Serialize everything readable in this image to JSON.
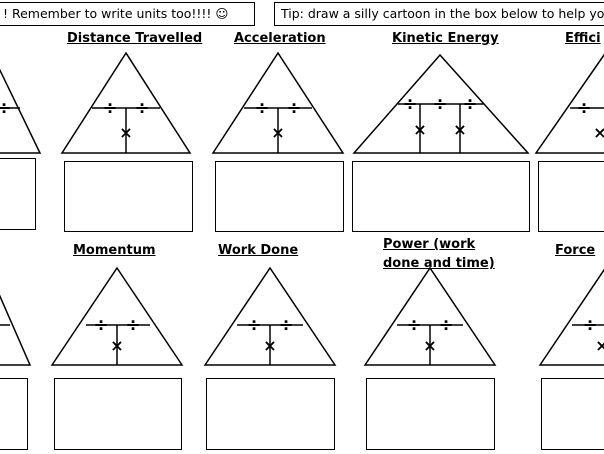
{
  "notes": {
    "left": "! Remember to write units too!!!! ☺",
    "right": "Tip: draw a silly cartoon in the box below to help yo"
  },
  "symbols": {
    "divide": "÷",
    "multiply": "×"
  },
  "row1": {
    "titles": [
      "Distance Travelled",
      "Acceleration",
      "Kinetic Energy",
      "Effici"
    ]
  },
  "row2": {
    "titles": [
      "Momentum",
      "Work Done",
      "Power (work",
      "done and time)",
      "Force"
    ]
  }
}
